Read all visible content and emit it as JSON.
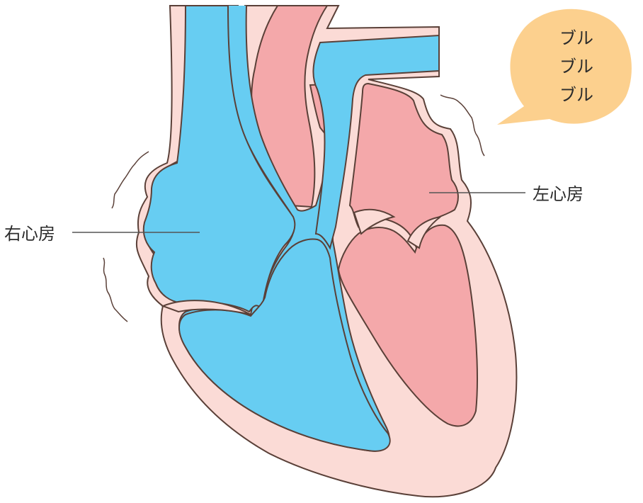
{
  "labels": {
    "right_atrium": "右心房",
    "left_atrium": "左心房"
  },
  "speech_bubble": {
    "lines": [
      "ブル",
      "ブル",
      "ブル"
    ],
    "fill": "#fcd08e"
  },
  "colors": {
    "deoxygenated_blood": "#67cdf2",
    "oxygenated_blood": "#f4a8aa",
    "heart_wall": "#fbdbd6",
    "outline": "#5a4038",
    "label_line": "#555555"
  }
}
